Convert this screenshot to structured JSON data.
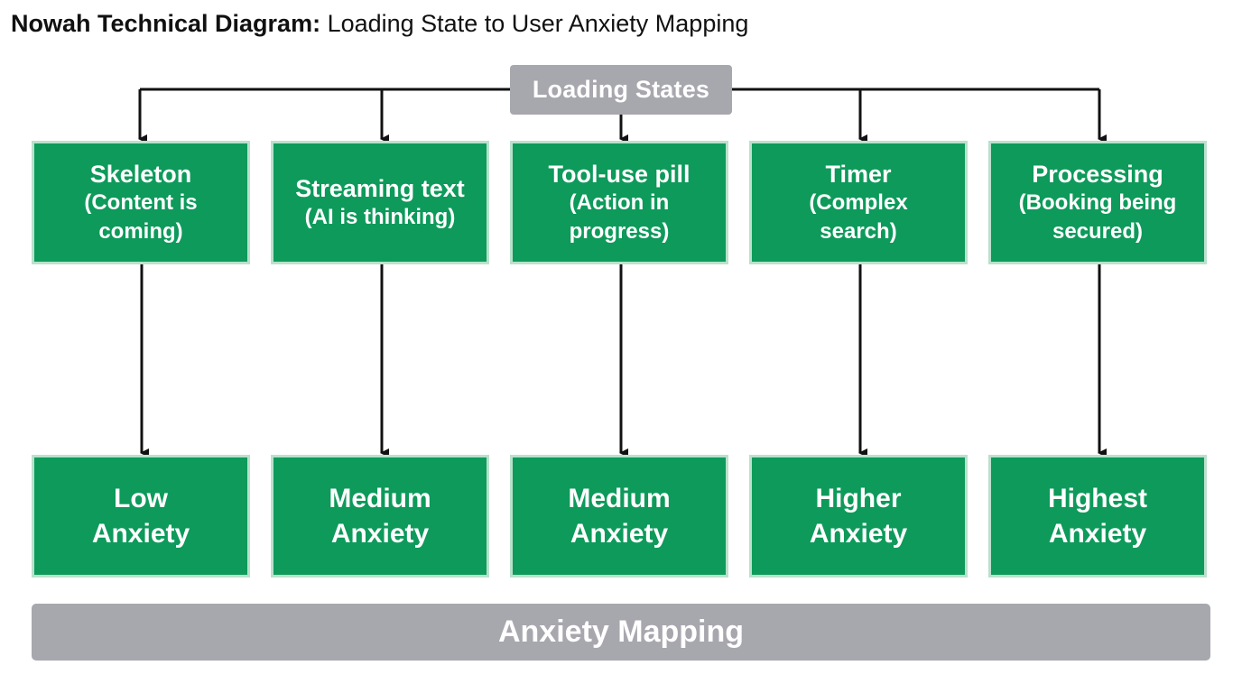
{
  "title": {
    "bold": "Nowah Technical Diagram:",
    "regular": " Loading State to User Anxiety Mapping"
  },
  "root": {
    "label": "Loading States"
  },
  "states": [
    {
      "name": "Skeleton",
      "description": "(Content is\ncoming)"
    },
    {
      "name": "Streaming text",
      "description": "(AI is thinking)"
    },
    {
      "name": "Tool-use pill",
      "description": "(Action in\nprogress)"
    },
    {
      "name": "Timer",
      "description": "(Complex\nsearch)"
    },
    {
      "name": "Processing",
      "description": "(Booking being\nsecured)"
    }
  ],
  "anxiety_levels": [
    {
      "line1": "Low",
      "line2": "Anxiety"
    },
    {
      "line1": "Medium",
      "line2": "Anxiety"
    },
    {
      "line1": "Medium",
      "line2": "Anxiety"
    },
    {
      "line1": "Higher",
      "line2": "Anxiety"
    },
    {
      "line1": "Highest",
      "line2": "Anxiety"
    }
  ],
  "footer": {
    "label": "Anxiety Mapping"
  },
  "colors": {
    "node_fill": "#0d9a5a",
    "node_border": "#b9e1cc",
    "header_gray": "#a7a7ae",
    "connector": "#111111"
  }
}
